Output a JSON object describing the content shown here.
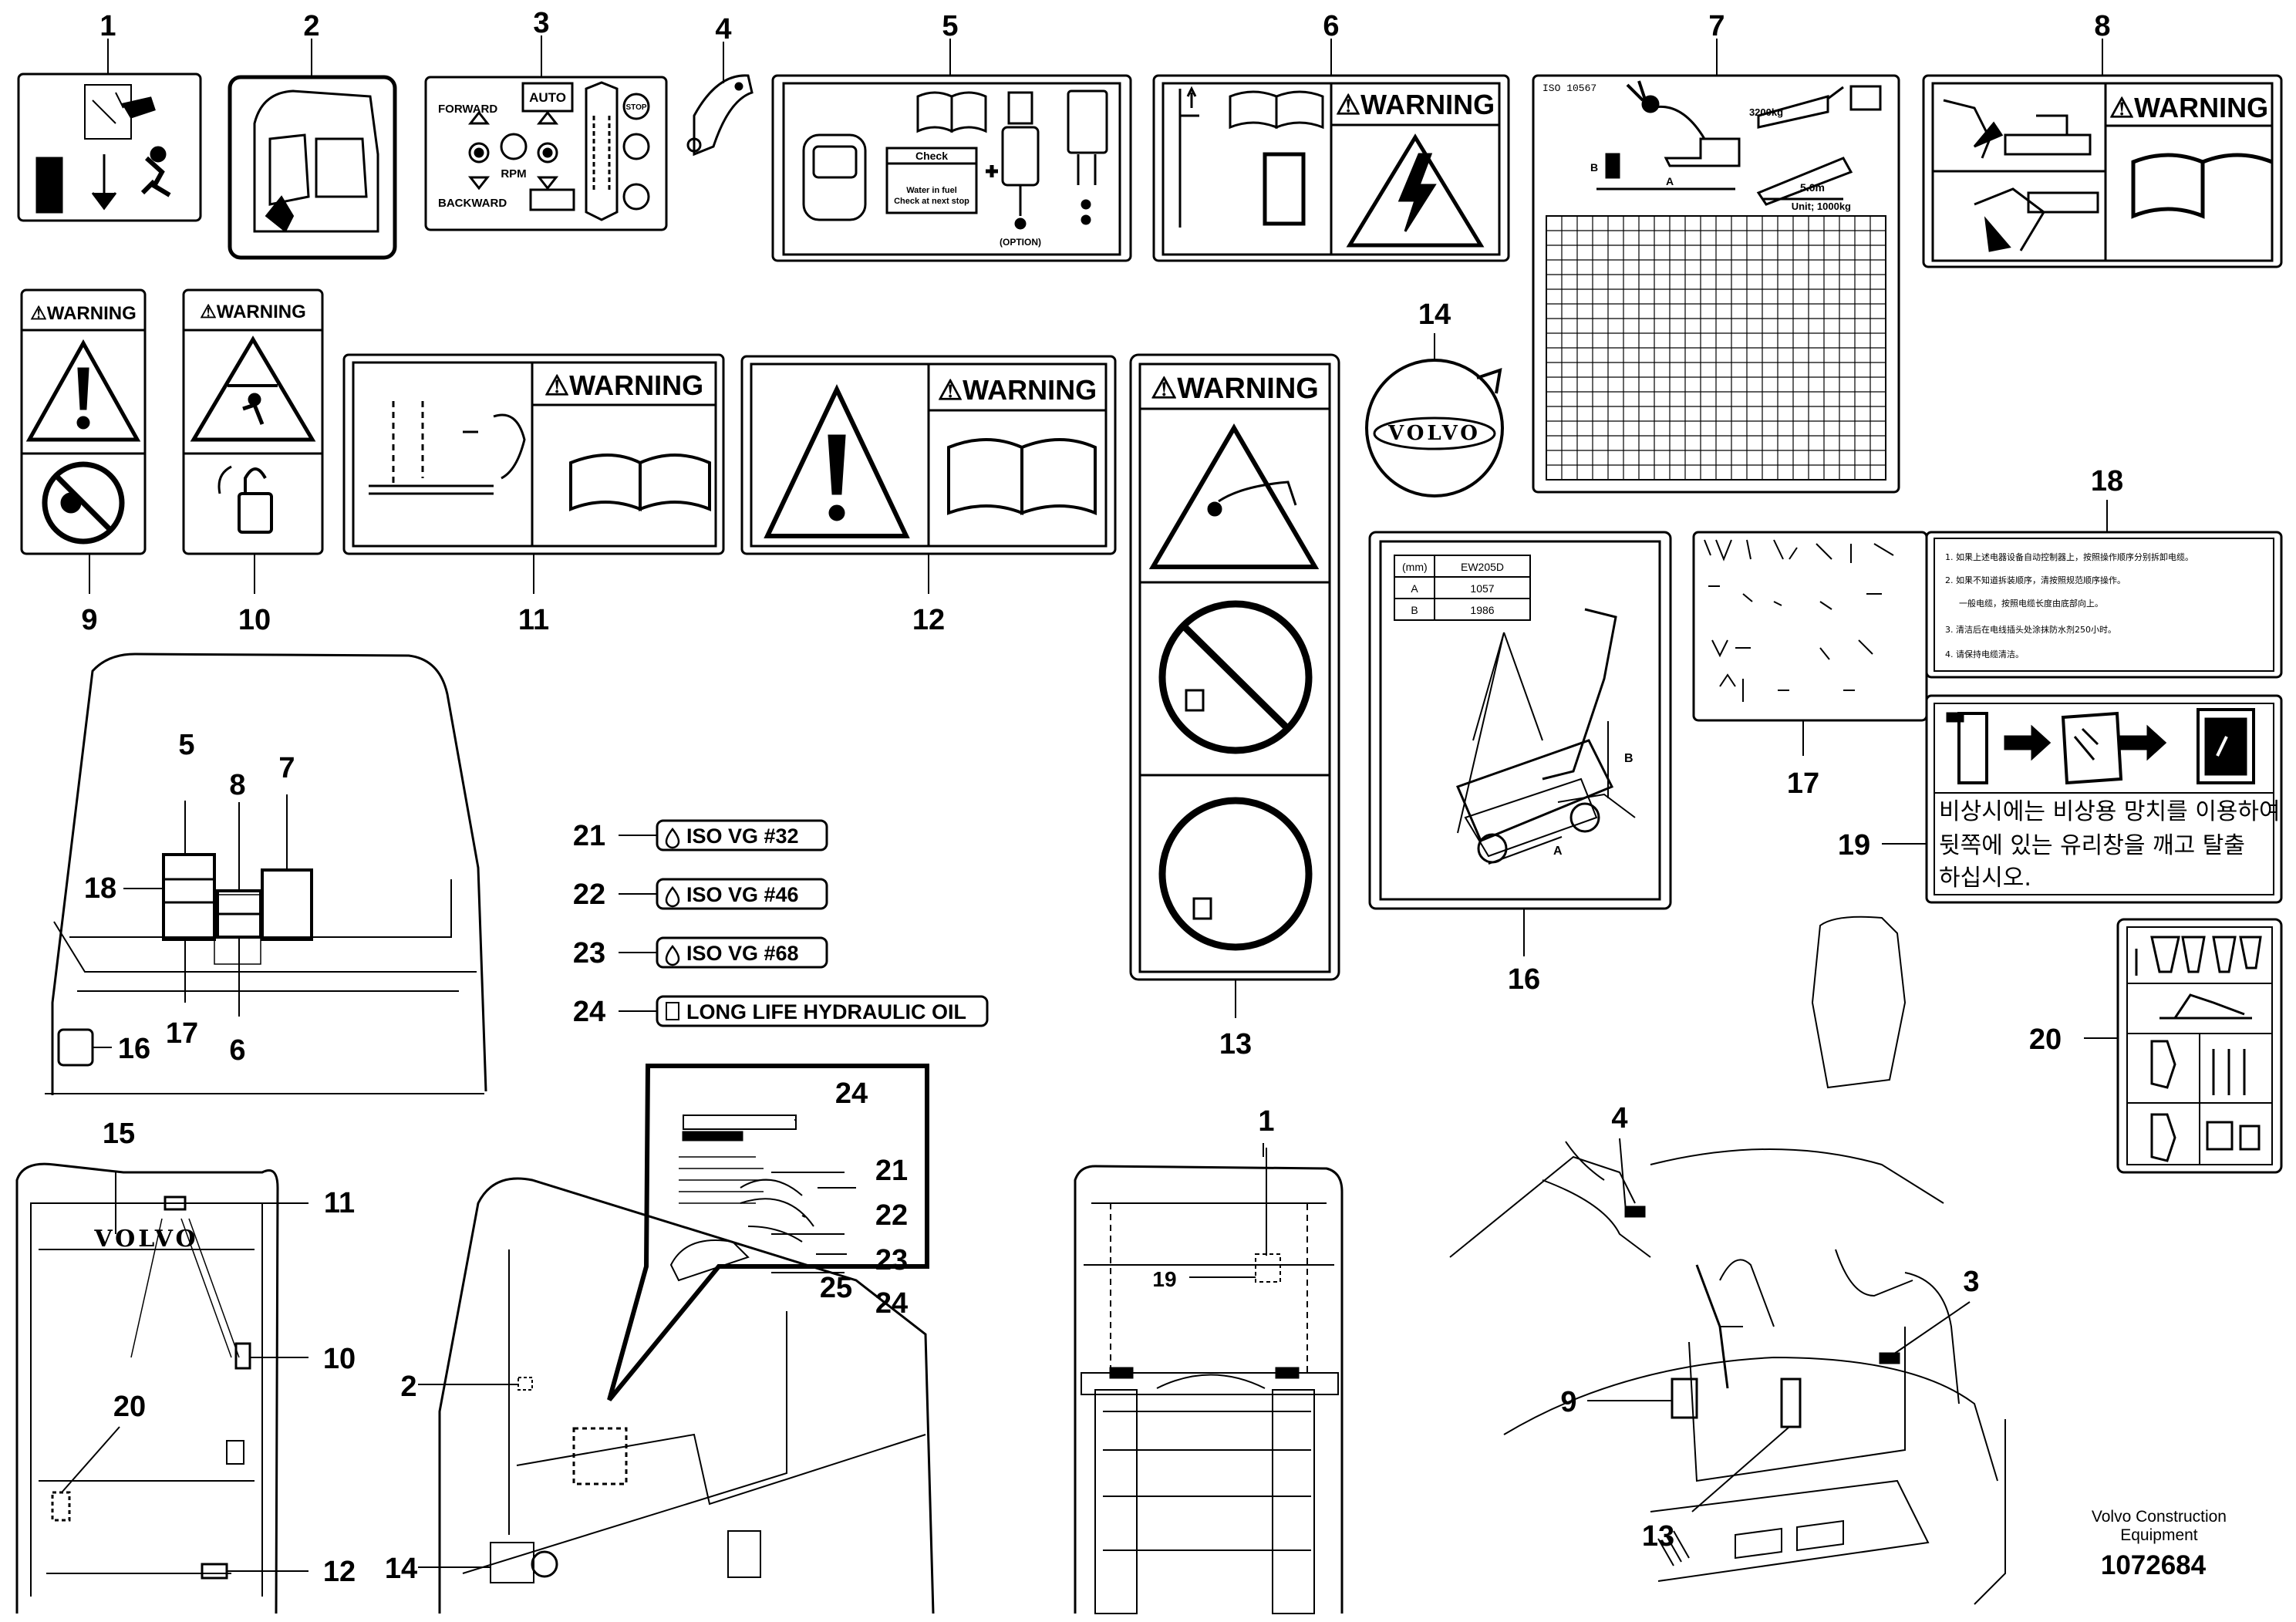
{
  "callouts": {
    "n1": "1",
    "n2": "2",
    "n3": "3",
    "n4": "4",
    "n5": "5",
    "n6": "6",
    "n7": "7",
    "n8": "8",
    "n9": "9",
    "n10": "10",
    "n11": "11",
    "n12": "12",
    "n13": "13",
    "n14": "14",
    "n16": "16",
    "n17": "17",
    "n18": "18",
    "n19": "19",
    "n20": "20",
    "n21": "21",
    "n22": "22",
    "n23": "23",
    "n24": "24",
    "n15": "15",
    "n25": "25"
  },
  "decal3": {
    "auto": "AUTO",
    "forward": "FORWARD",
    "backward": "BACKWARD",
    "rpm": "RPM",
    "stop": "STOP"
  },
  "decal5": {
    "check": "Check",
    "water": "Water in fuel",
    "check_stop": "Check at next stop",
    "option": "(OPTION)"
  },
  "warning": "⚠WARNING",
  "decal7": {
    "iso": "ISO 10567",
    "load": "3200kg",
    "dist": "5.0m",
    "unit": "Unit; 1000kg",
    "a": "A",
    "b": "B"
  },
  "decal16": {
    "mm": "(mm)",
    "model": "EW205D",
    "a": "A",
    "a_val": "1057",
    "b": "B",
    "b_val": "1986"
  },
  "decal18": {
    "l1": "1. 如果上述电器设备自动控制器上，按照操作顺序分别拆卸电缆。",
    "l2": "2. 如果不知道拆装顺序，清按照规范顺序操作。",
    "l3": "一般电缆，按照电缆长度由底部向上。",
    "l4": "3. 清洁后在电线插头处涂抹防水剂250小时。",
    "l5": "4. 请保持电缆清洁。"
  },
  "decal19": {
    "line1": "비상시에는 비상용 망치를 이용하여",
    "line2": "뒷쪽에 있는 유리창을 깨고 탈출",
    "line3": "하십시오."
  },
  "oil": {
    "o21": "ISO VG #32",
    "o22": "ISO VG #46",
    "o23": "ISO VG #68",
    "o24": "LONG LIFE HYDRAULIC OIL"
  },
  "volvo": "VOLVO",
  "footer": {
    "company": "Volvo Construction Equipment",
    "line1": "Volvo Construction",
    "line2": "Equipment",
    "ref": "1072684"
  }
}
